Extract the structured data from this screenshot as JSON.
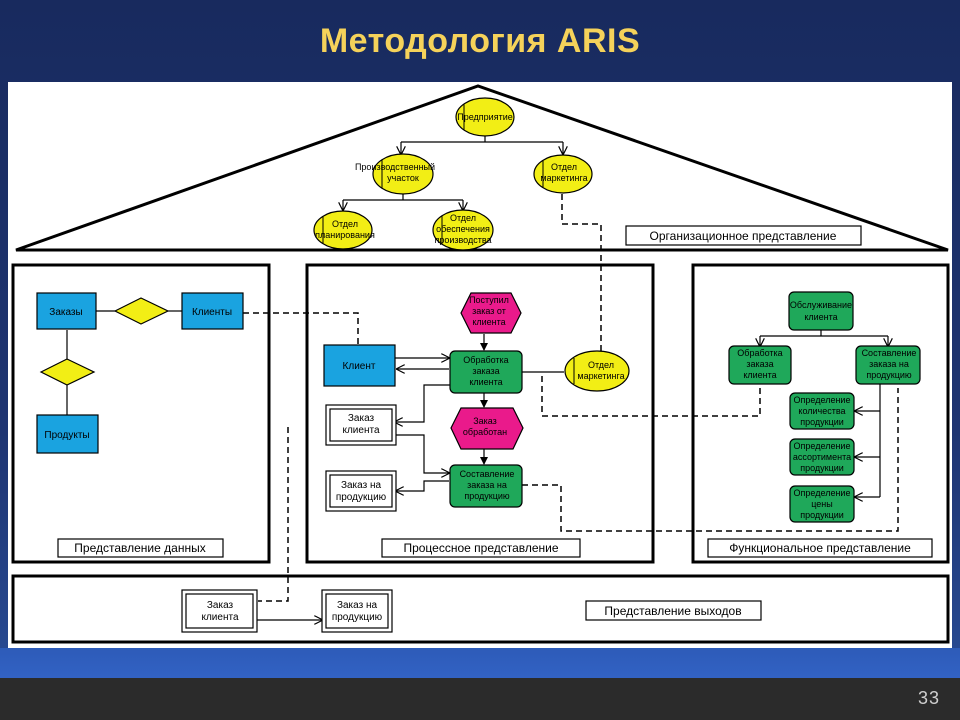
{
  "title": "Методология ARIS",
  "page_number": "33",
  "colors": {
    "title": "#f5d25a",
    "background": "#1f3572",
    "ellipse": "#f2ee15",
    "data_entity": "#1aa3e0",
    "hexagon_event": "#ea1a8b",
    "function_box": "#1fa85a",
    "footer": "#2b2b2b"
  },
  "views": {
    "organization": "Организационное представление",
    "data": "Представление данных",
    "process": "Процессное представление",
    "function": "Функциональное представление",
    "output": "Представление выходов"
  },
  "org": {
    "enterprise": "Предприятие",
    "production_1": "Производственный",
    "production_2": "участок",
    "marketing_1": "Отдел",
    "marketing_2": "маркетинга",
    "planning_1": "Отдел",
    "planning_2": "планирования",
    "support_1": "Отдел",
    "support_2": "обеспечения",
    "support_3": "производства"
  },
  "data_view": {
    "orders": "Заказы",
    "clients": "Клиенты",
    "products": "Продукты"
  },
  "process": {
    "client": "Клиент",
    "event_received_1": "Поступил",
    "event_received_2": "заказ от",
    "event_received_3": "клиента",
    "process_order_1": "Обработка",
    "process_order_2": "заказа",
    "process_order_3": "клиента",
    "marketing_1": "Отдел",
    "marketing_2": "маркетинга",
    "client_order_1": "Заказ",
    "client_order_2": "клиента",
    "event_processed_1": "Заказ",
    "event_processed_2": "обработан",
    "compose_1": "Составление",
    "compose_2": "заказа на",
    "compose_3": "продукцию",
    "product_order_1": "Заказ на",
    "product_order_2": "продукцию"
  },
  "function_view": {
    "service_1": "Обслуживание",
    "service_2": "клиента",
    "process_1": "Обработка",
    "process_2": "заказа",
    "process_3": "клиента",
    "compose_1": "Составление",
    "compose_2": "заказа на",
    "compose_3": "продукцию",
    "qty_1": "Определение",
    "qty_2": "количества",
    "qty_3": "продукции",
    "assort_1": "Определение",
    "assort_2": "ассортимента",
    "assort_3": "продукции",
    "price_1": "Определение",
    "price_2": "цены",
    "price_3": "продукции"
  },
  "output_view": {
    "client_order_1": "Заказ",
    "client_order_2": "клиента",
    "product_order_1": "Заказ на",
    "product_order_2": "продукцию"
  }
}
